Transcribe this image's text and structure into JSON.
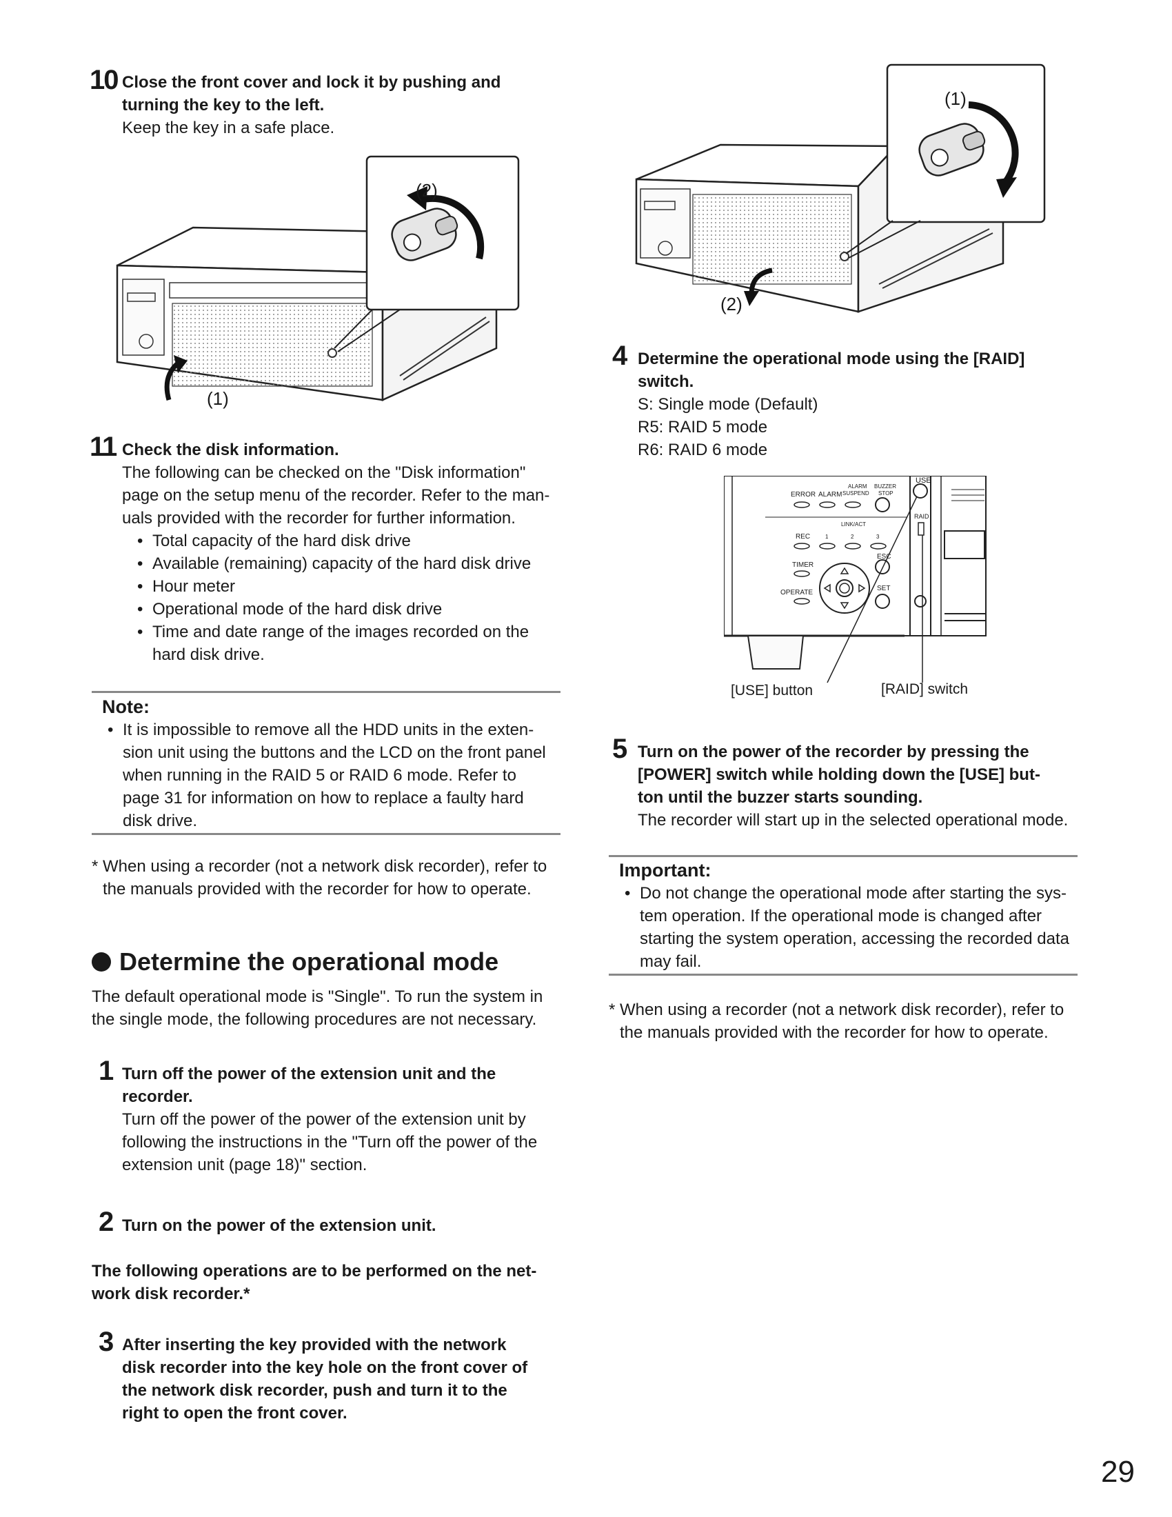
{
  "page_number": "29",
  "step10": {
    "num": "10",
    "title_line1": "Close the front cover and lock it by pushing and",
    "title_line2": "turning the key to the left.",
    "body": "Keep the key in a safe place.",
    "fig_label_1": "(1)",
    "fig_label_2": "(2)"
  },
  "step11": {
    "num": "11",
    "title": "Check the disk information.",
    "body_line1": "The following can be checked on the \"Disk information\"",
    "body_line2": "page on the setup menu of the recorder. Refer to the man-",
    "body_line3": "uals provided with the recorder for further information.",
    "bullets": [
      "Total capacity of the hard disk drive",
      "Available (remaining) capacity of the hard disk drive",
      "Hour meter",
      "Operational mode of the hard disk drive",
      "Time and date range of the images recorded on the",
      "hard disk drive."
    ]
  },
  "note": {
    "heading": "Note:",
    "line1": "It is impossible to remove all the HDD units in the exten-",
    "line2": "sion unit using the buttons and the LCD on the front panel",
    "line3": "when running in the RAID 5 or RAID 6 mode. Refer to",
    "line4": "page 31 for information on how to replace a faulty hard",
    "line5": "disk drive."
  },
  "footnote_left": {
    "line1": "* When using a recorder (not a network disk recorder), refer to",
    "line2": "the manuals provided with the recorder for how to operate."
  },
  "section": {
    "heading": "Determine the operational mode",
    "intro_line1": "The default operational mode is \"Single\". To run the system in",
    "intro_line2": "the single mode, the following procedures are not necessary."
  },
  "step1": {
    "num": "1",
    "title_line1": "Turn off the power of the extension unit and the",
    "title_line2": "recorder.",
    "body_line1": "Turn off the power of the power of the extension unit by",
    "body_line2": "following the instructions in the \"Turn off the power of the",
    "body_line3": "extension unit (page 18)\" section."
  },
  "step2": {
    "num": "2",
    "title": "Turn on the power of the extension unit."
  },
  "ndr_notice": {
    "line1": "The following operations are to be performed on the net-",
    "line2": "work disk recorder.*"
  },
  "step3": {
    "num": "3",
    "line1": "After inserting the key provided with the network",
    "line2": "disk recorder into the key hole on the front cover of",
    "line3": "the network disk recorder, push and turn it to the",
    "line4": "right to open the front cover."
  },
  "fig_top_right": {
    "label_1": "(1)",
    "label_2": "(2)"
  },
  "step4": {
    "num": "4",
    "title_line1": "Determine the operational mode using the [RAID]",
    "title_line2": "switch.",
    "modes": [
      {
        "key": "S:",
        "desc": " Single mode (Default)"
      },
      {
        "key": "R5:",
        "desc": " RAID 5 mode"
      },
      {
        "key": "R6:",
        "desc": " RAID 6 mode"
      }
    ]
  },
  "panel": {
    "error": "ERROR",
    "alarm": "ALARM",
    "alarm_suspend_1": "ALARM",
    "alarm_suspend_2": "SUSPEND",
    "buzzer_1": "BUZZER",
    "buzzer_2": "STOP",
    "use": "USE",
    "raid": "RAID",
    "link_act": "LINK/ACT",
    "rec": "REC",
    "ch1": "1",
    "ch2": "2",
    "ch3": "3",
    "timer": "TIMER",
    "esc": "ESC",
    "operate": "OPERATE",
    "set": "SET",
    "caption_use": "[USE] button",
    "caption_raid": "[RAID] switch"
  },
  "step5": {
    "num": "5",
    "title_line1": "Turn on the power of the recorder by pressing the",
    "title_line2": "[POWER] switch while holding down the [USE] but-",
    "title_line3": "ton until the buzzer starts sounding.",
    "body": "The recorder will start up in the selected operational mode."
  },
  "important": {
    "heading": "Important:",
    "line1": "Do not change the operational mode after starting the sys-",
    "line2": "tem operation. If the operational mode is changed after",
    "line3": "starting the system operation, accessing the recorded data",
    "line4": "may fail."
  },
  "footnote_right": {
    "line1": "* When using a recorder (not a network disk recorder), refer to",
    "line2": "the manuals provided with the recorder for how to operate."
  }
}
